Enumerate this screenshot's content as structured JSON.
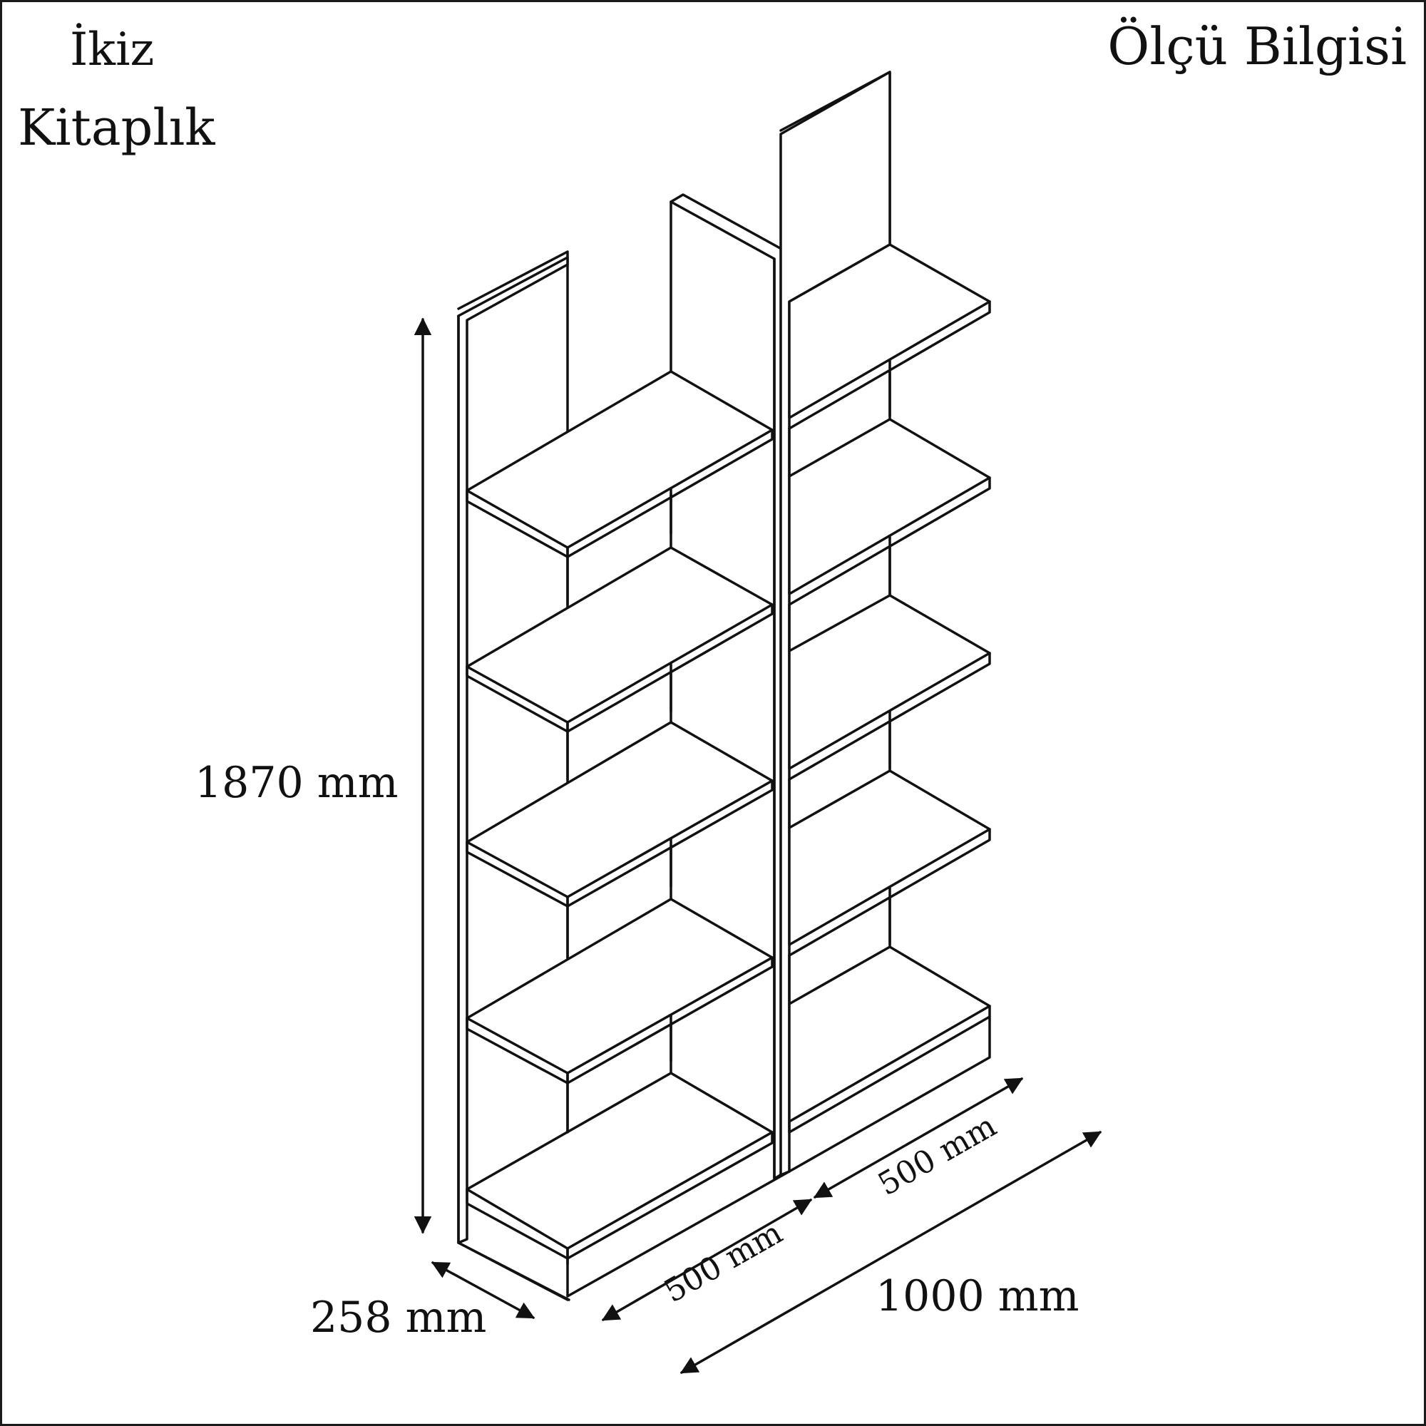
{
  "title": {
    "line1": "İkiz",
    "line2": "Kitaplık"
  },
  "subtitle": "Ölçü Bilgisi",
  "dimensions": {
    "height": "1870 mm",
    "depth": "258 mm",
    "section_left_width": "500 mm",
    "section_right_width": "500 mm",
    "total_width": "1000 mm"
  },
  "colors": {
    "line": "#111111",
    "background": "#ffffff",
    "frame": "#1a1a1a"
  }
}
